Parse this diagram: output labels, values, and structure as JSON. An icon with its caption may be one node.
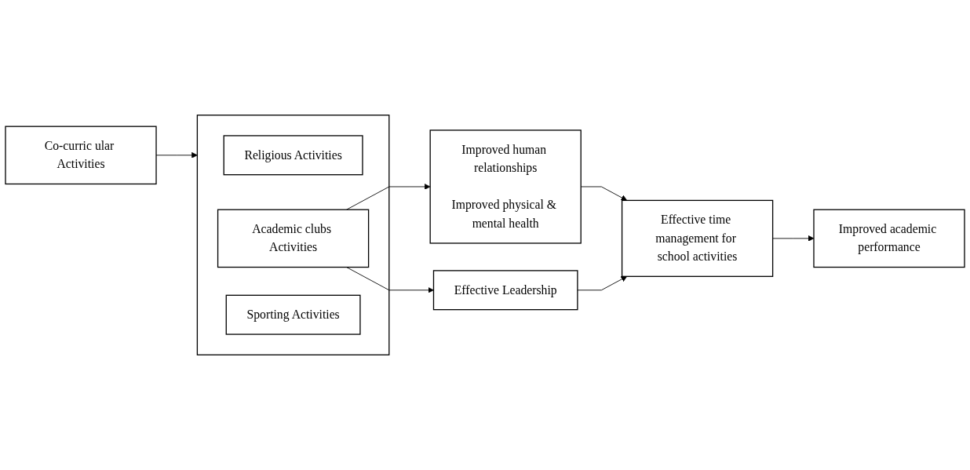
{
  "diagram": {
    "nodes": [
      {
        "text": [
          "Co-curric ular Activities"
        ]
      },
      {
        "text": [],
        "shape": "box"
      },
      {
        "text": [
          "Religious Activities"
        ],
        "in": 1
      },
      {
        "text": [
          "Academic clubs Activities"
        ],
        "in": 1
      },
      {
        "text": [
          "Sporting Activities"
        ],
        "in": 1
      },
      {
        "text": [
          "Improved human relationships",
          "Improved physical & mental health"
        ]
      },
      {
        "text": [
          "Effective Leadership"
        ]
      },
      {
        "text": [
          "Effective time management for school activities"
        ]
      },
      {
        "text": [
          "Improved academic performance"
        ]
      }
    ],
    "edges": [
      {
        "from": 0,
        "to": 1,
        "arrow": "to"
      },
      {
        "from": 3,
        "to": 5,
        "arrow": "to"
      },
      {
        "from": 3,
        "to": 6,
        "arrow": "to"
      },
      {
        "from": 5,
        "to": 7,
        "arrow": "to"
      },
      {
        "from": 6,
        "to": 7,
        "arrow": "to"
      },
      {
        "from": 7,
        "to": 8,
        "arrow": "to"
      }
    ]
  }
}
